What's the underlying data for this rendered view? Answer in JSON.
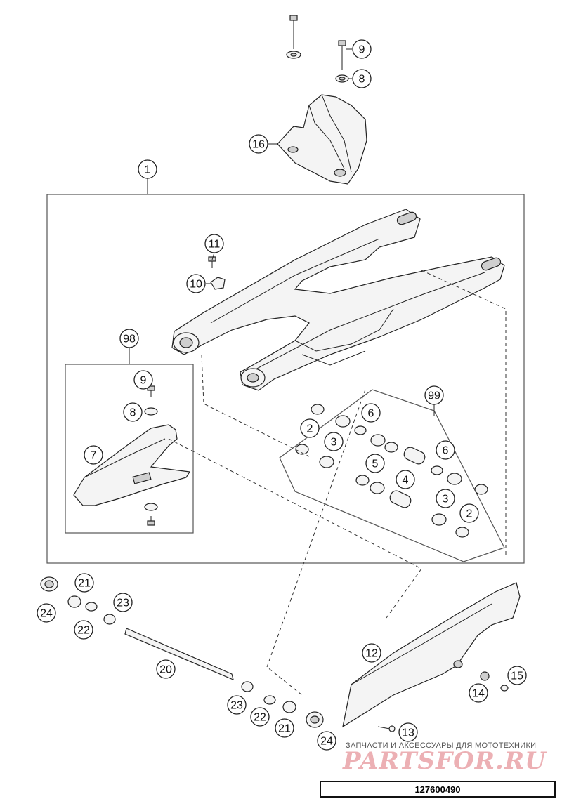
{
  "callouts": [
    "1",
    "2",
    "3",
    "4",
    "5",
    "6",
    "7",
    "8",
    "9",
    "10",
    "11",
    "12",
    "13",
    "14",
    "15",
    "16",
    "20",
    "21",
    "22",
    "23",
    "24",
    "98",
    "99"
  ],
  "reference_code": "127600490",
  "watermark": {
    "subtitle": "ЗАПЧАСТИ И АКСЕССУАРЫ ДЛЯ МОТОТЕХНИКИ",
    "logo": "PARTSFOR.RU"
  }
}
